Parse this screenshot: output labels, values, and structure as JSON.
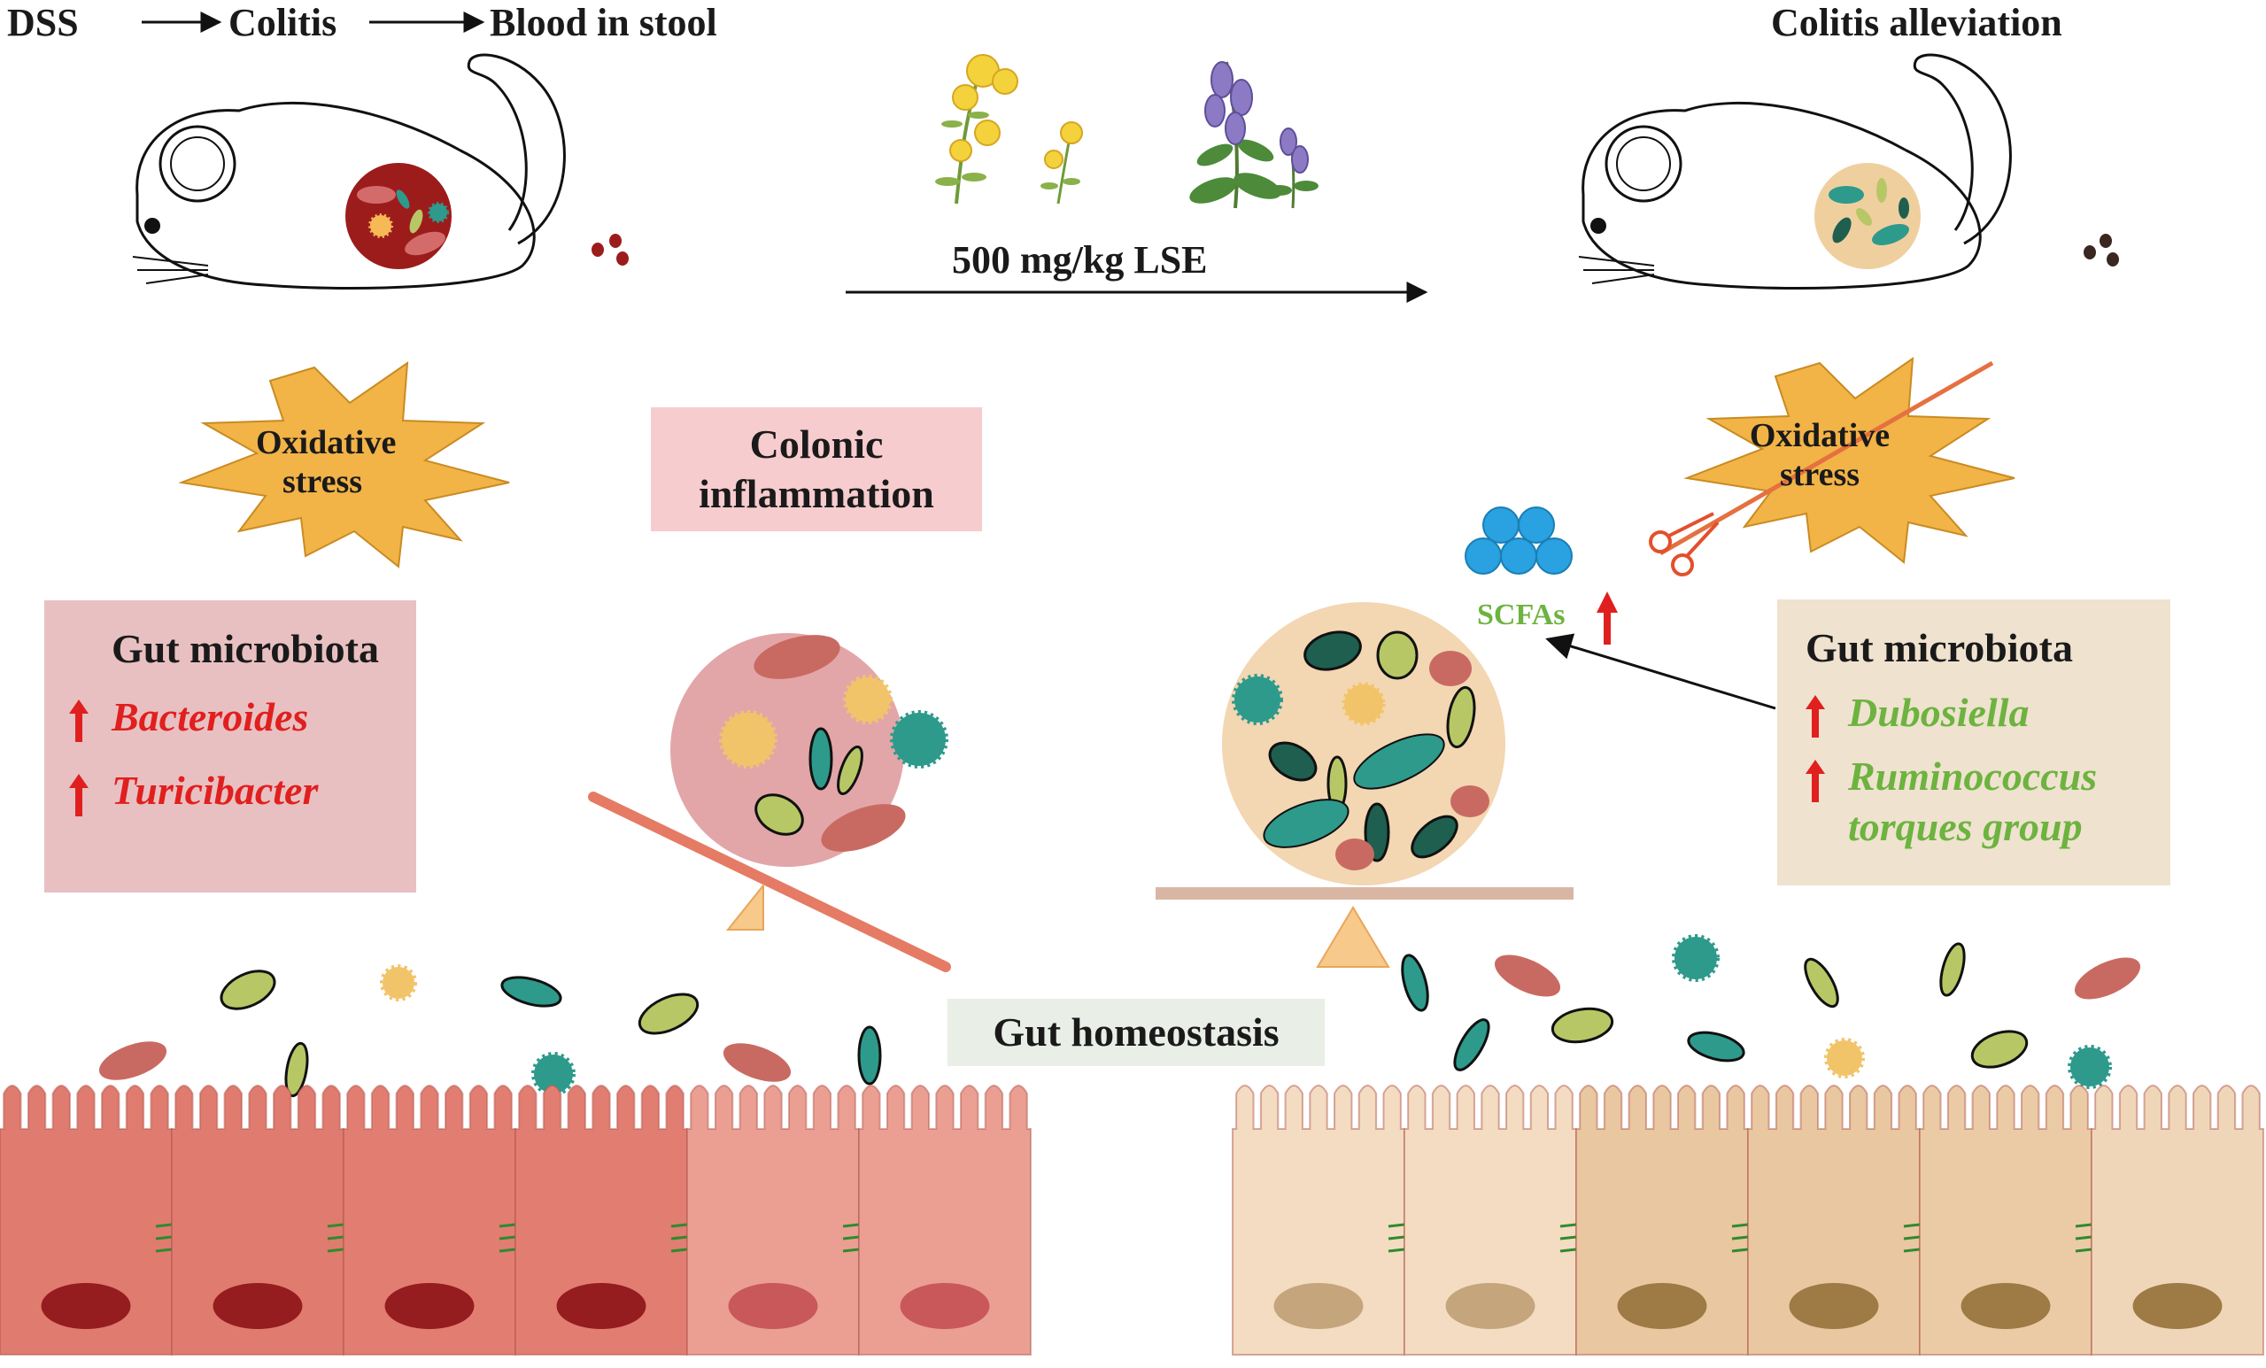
{
  "header": {
    "step1": "DSS",
    "step2": "Colitis",
    "step3": "Blood in stool",
    "result": "Colitis alleviation"
  },
  "treatment": {
    "label": "500 mg/kg LSE"
  },
  "left": {
    "stress": [
      "Oxidative",
      "stress"
    ],
    "inflammation": [
      "Colonic",
      "inflammation"
    ],
    "microbiota": {
      "title": "Gut microbiota",
      "items": [
        "Bacteroides",
        "Turicibacter"
      ]
    }
  },
  "right": {
    "stress": [
      "Oxidative",
      "stress"
    ],
    "scfa": "SCFAs",
    "microbiota": {
      "title": "Gut microbiota",
      "items": [
        "Dubosiella",
        "Ruminococcus",
        "torques group"
      ]
    }
  },
  "center": {
    "homeostasis": "Gut homeostasis"
  },
  "colors": {
    "red": "#e0201e",
    "green": "#6db33f",
    "star": "#f2b347",
    "pinkBox": "#f3c6cb",
    "beigeBox": "#efe2cf",
    "mauveBox": "#e9c0c2",
    "grayBox": "#e9eee6",
    "badCells": "#e07b6f",
    "goodCells": "#efd6b8"
  }
}
